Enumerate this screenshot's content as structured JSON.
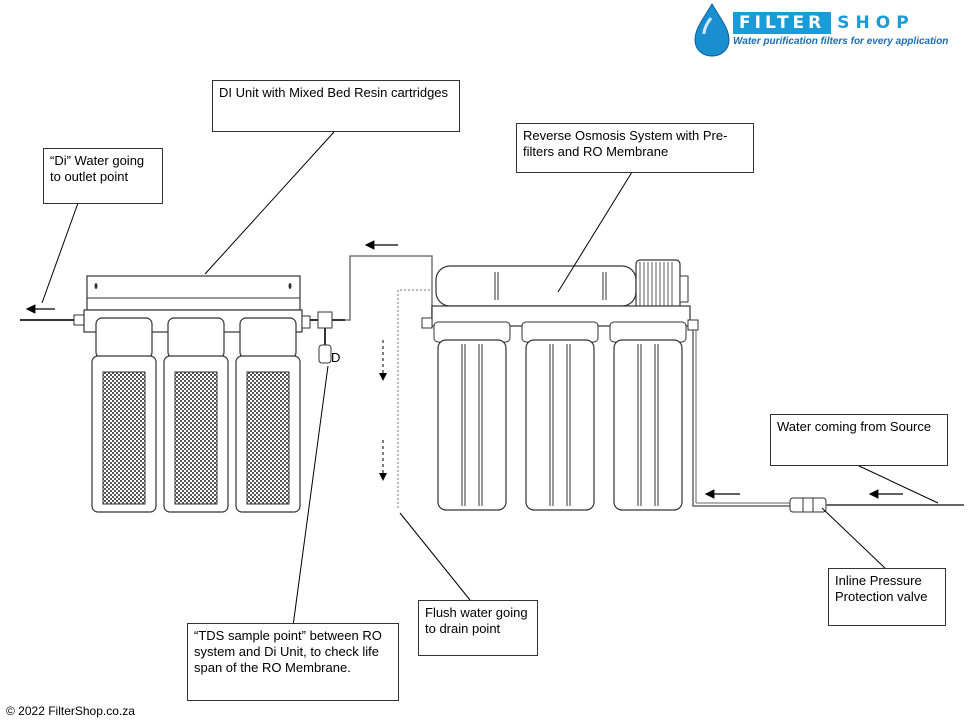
{
  "brand": {
    "name_part1": "FILTER",
    "name_part2": "SHOP",
    "tagline": "Water purification filters for every application",
    "accent_color": "#1a9cd8",
    "icon": "water-drop-icon"
  },
  "callouts": {
    "di_unit": "DI Unit with Mixed Bed Resin cartridges",
    "di_water": "“Di” Water going to outlet point",
    "ro_system": "Reverse Osmosis System with Pre-filters and RO Membrane",
    "water_source": "Water coming from Source",
    "pressure_valve": "Inline Pressure Protection valve",
    "flush_water": "Flush water going to drain point",
    "tds_point": "“TDS sample point” between RO system and Di Unit, to check life span of the RO Membrane."
  },
  "tds_valve_label": "D",
  "footer": {
    "copyright": "© 2022 FilterShop.co.za"
  }
}
